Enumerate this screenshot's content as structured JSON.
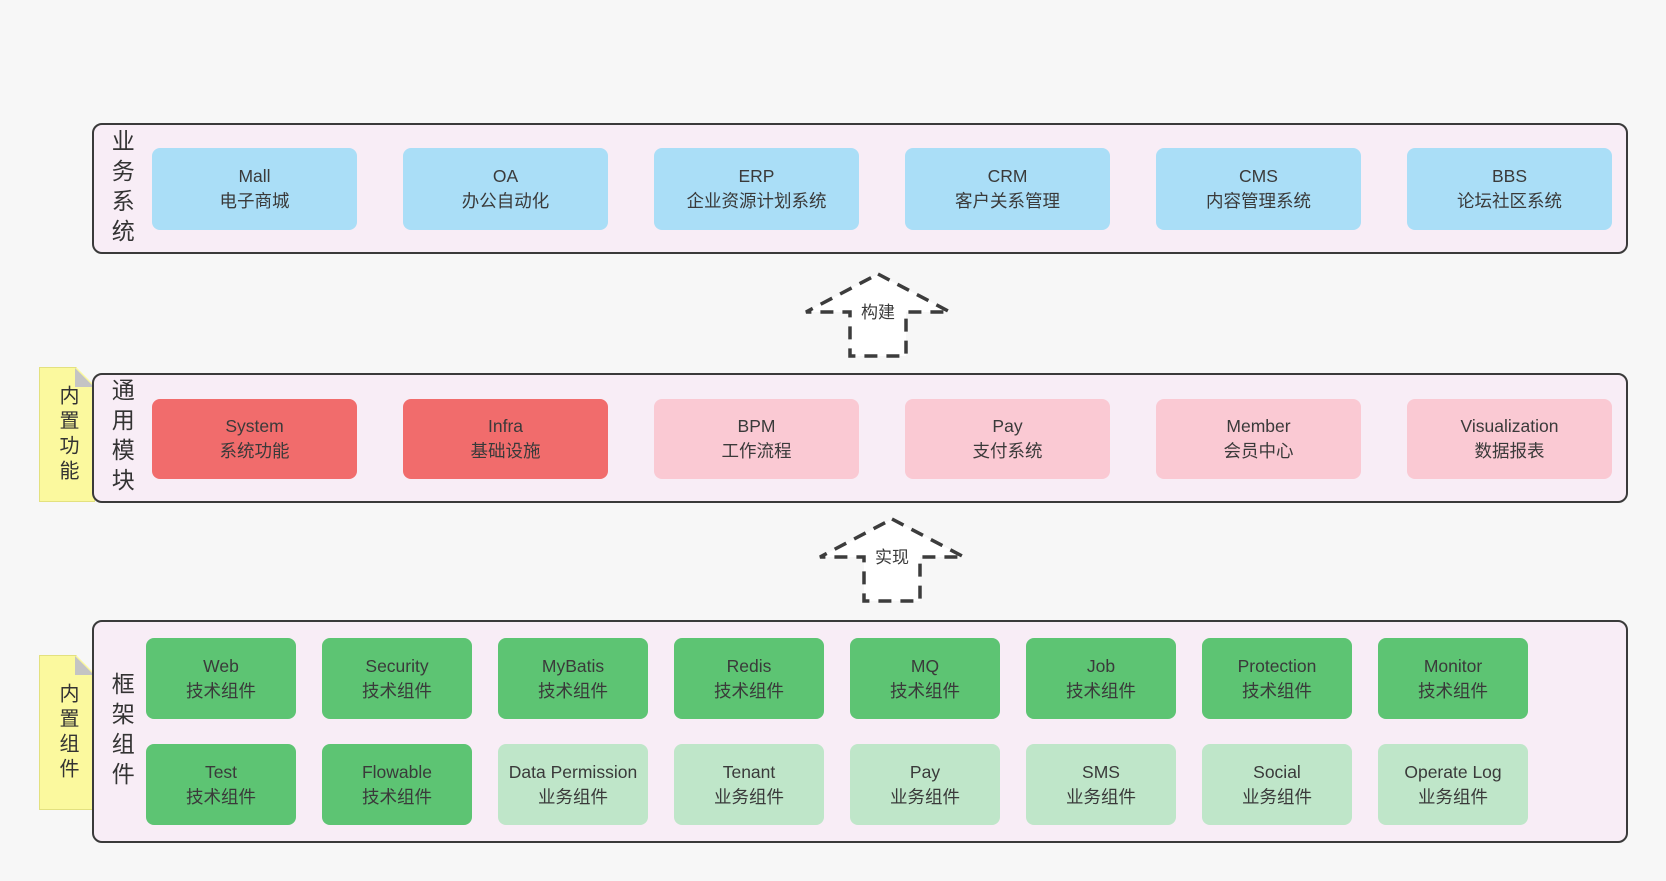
{
  "colors": {
    "page_bg": "#f7f7f7",
    "layer_bg": "#f8edf6",
    "layer_border": "#3a3a3a",
    "blue_box": "#aadef7",
    "red_box": "#f16c6c",
    "pink_box": "#fac9d3",
    "green_box": "#5dc473",
    "light_green_box": "#bfe6c9",
    "sticky_yellow": "#fbf99e",
    "fold_gray": "#c4c4c4",
    "text": "#3a3a3a"
  },
  "arrows": [
    {
      "label": "构建"
    },
    {
      "label": "实现"
    }
  ],
  "layers": [
    {
      "label": "业务系统",
      "boxes": [
        {
          "en": "Mall",
          "zh": "电子商城",
          "variant": "blue"
        },
        {
          "en": "OA",
          "zh": "办公自动化",
          "variant": "blue"
        },
        {
          "en": "ERP",
          "zh": "企业资源计划系统",
          "variant": "blue"
        },
        {
          "en": "CRM",
          "zh": "客户关系管理",
          "variant": "blue"
        },
        {
          "en": "CMS",
          "zh": "内容管理系统",
          "variant": "blue"
        },
        {
          "en": "BBS",
          "zh": "论坛社区系统",
          "variant": "blue"
        }
      ]
    },
    {
      "label": "通用模块",
      "tag": "内置功能",
      "boxes": [
        {
          "en": "System",
          "zh": "系统功能",
          "variant": "red"
        },
        {
          "en": "Infra",
          "zh": "基础设施",
          "variant": "red"
        },
        {
          "en": "BPM",
          "zh": "工作流程",
          "variant": "pink"
        },
        {
          "en": "Pay",
          "zh": "支付系统",
          "variant": "pink"
        },
        {
          "en": "Member",
          "zh": "会员中心",
          "variant": "pink"
        },
        {
          "en": "Visualization",
          "zh": "数据报表",
          "variant": "pink"
        }
      ]
    },
    {
      "label": "框架组件",
      "tag": "内置组件",
      "boxes": [
        {
          "en": "Web",
          "zh": "技术组件",
          "variant": "green"
        },
        {
          "en": "Security",
          "zh": "技术组件",
          "variant": "green"
        },
        {
          "en": "MyBatis",
          "zh": "技术组件",
          "variant": "green"
        },
        {
          "en": "Redis",
          "zh": "技术组件",
          "variant": "green"
        },
        {
          "en": "MQ",
          "zh": "技术组件",
          "variant": "green"
        },
        {
          "en": "Job",
          "zh": "技术组件",
          "variant": "green"
        },
        {
          "en": "Protection",
          "zh": "技术组件",
          "variant": "green"
        },
        {
          "en": "Monitor",
          "zh": "技术组件",
          "variant": "green"
        },
        {
          "en": "Test",
          "zh": "技术组件",
          "variant": "green"
        },
        {
          "en": "Flowable",
          "zh": "技术组件",
          "variant": "green"
        },
        {
          "en": "Data Permission",
          "zh": "业务组件",
          "variant": "lightgreen"
        },
        {
          "en": "Tenant",
          "zh": "业务组件",
          "variant": "lightgreen"
        },
        {
          "en": "Pay",
          "zh": "业务组件",
          "variant": "lightgreen"
        },
        {
          "en": "SMS",
          "zh": "业务组件",
          "variant": "lightgreen"
        },
        {
          "en": "Social",
          "zh": "业务组件",
          "variant": "lightgreen"
        },
        {
          "en": "Operate Log",
          "zh": "业务组件",
          "variant": "lightgreen"
        }
      ]
    }
  ]
}
